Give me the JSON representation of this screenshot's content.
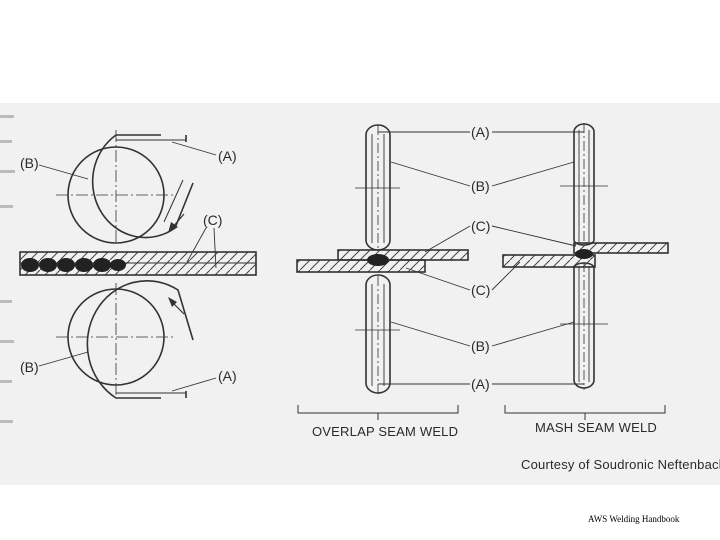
{
  "labels": {
    "a": "(A)",
    "b": "(B)",
    "c": "(C)"
  },
  "captions": {
    "overlap": "OVERLAP SEAM WELD",
    "mash": "MASH SEAM WELD"
  },
  "credit": "Courtesy of Soudronic Neftenbach AG",
  "source": "AWS Welding Handbook",
  "colors": {
    "paper": "#f1f1f1",
    "ink": "#333333",
    "nugget": "#222222"
  }
}
